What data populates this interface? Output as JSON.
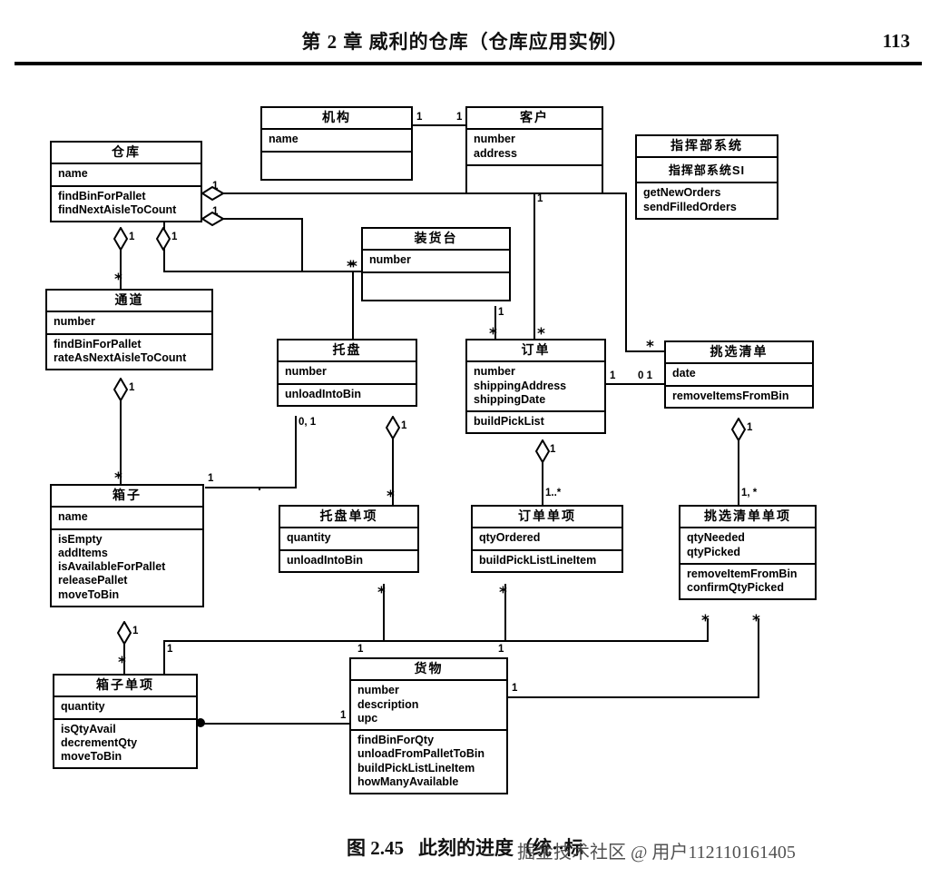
{
  "header": {
    "title": "第 2 章   威利的仓库（仓库应用实例）",
    "page_number": "113"
  },
  "caption": {
    "label": "图 2.45",
    "text": "此刻的进度（统··标",
    "watermark": "掘金技术社区 @ 用户112110161405"
  },
  "diagram": {
    "type": "uml-class-diagram",
    "classes": [
      {
        "id": "warehouse",
        "name": "仓库",
        "attributes": [
          "name"
        ],
        "operations": [
          "findBinForPallet",
          "findNextAisleToCount"
        ]
      },
      {
        "id": "organization",
        "name": "机构",
        "attributes": [
          "name"
        ],
        "operations": []
      },
      {
        "id": "customer",
        "name": "客户",
        "attributes": [
          "number",
          "address"
        ],
        "operations": []
      },
      {
        "id": "command-system",
        "name": "指挥部系统",
        "stereotype": "指挥部系统SI",
        "operations": [
          "getNewOrders",
          "sendFilledOrders"
        ]
      },
      {
        "id": "dock",
        "name": "装货台",
        "attributes": [
          "number"
        ],
        "operations": []
      },
      {
        "id": "aisle",
        "name": "通道",
        "attributes": [
          "number"
        ],
        "operations": [
          "findBinForPallet",
          "rateAsNextAisleToCount"
        ]
      },
      {
        "id": "pallet",
        "name": "托盘",
        "attributes": [
          "number"
        ],
        "operations": [
          "unloadIntoBin"
        ]
      },
      {
        "id": "order",
        "name": "订单",
        "attributes": [
          "number",
          "shippingAddress",
          "shippingDate"
        ],
        "operations": [
          "buildPickList"
        ]
      },
      {
        "id": "picklist",
        "name": "挑选清单",
        "attributes": [
          "date"
        ],
        "operations": [
          "removeItemsFromBin"
        ]
      },
      {
        "id": "bin",
        "name": "箱子",
        "attributes": [
          "name"
        ],
        "operations": [
          "isEmpty",
          "addItems",
          "isAvailableForPallet",
          "releasePallet",
          "moveToBin"
        ]
      },
      {
        "id": "pallet-line-item",
        "name": "托盘单项",
        "attributes": [
          "quantity"
        ],
        "operations": [
          "unloadIntoBin"
        ]
      },
      {
        "id": "order-line-item",
        "name": "订单单项",
        "attributes": [
          "qtyOrdered"
        ],
        "operations": [
          "buildPickListLineItem"
        ]
      },
      {
        "id": "picklist-line-item",
        "name": "挑选清单单项",
        "attributes": [
          "qtyNeeded",
          "qtyPicked"
        ],
        "operations": [
          "removeItemFromBin",
          "confirmQtyPicked"
        ]
      },
      {
        "id": "bin-line-item",
        "name": "箱子单项",
        "attributes": [
          "quantity"
        ],
        "operations": [
          "isQtyAvail",
          "decrementQty",
          "moveToBin"
        ]
      },
      {
        "id": "goods",
        "name": "货物",
        "attributes": [
          "number",
          "description",
          "upc"
        ],
        "operations": [
          "findBinForQty",
          "unloadFromPalletToBin",
          "buildPickListLineItem",
          "howManyAvailable"
        ]
      }
    ],
    "multiplicities": {
      "m1": "1",
      "m2": "1",
      "m3": "1",
      "m4": "1",
      "m5": "1",
      "m6": "1",
      "m7": "1",
      "m8": "1",
      "m9": "1",
      "m10": "1",
      "m11": "1",
      "m12": "1",
      "m13": "1",
      "m14": "1",
      "m15": "1",
      "m16": "1",
      "m17": "1",
      "m18": "1",
      "m19": "1",
      "m20": "1",
      "zero_one_a": "0, 1",
      "zero_one_b": "0  1",
      "one_star_a": "1..*",
      "one_star_b": "1, *",
      "star": "*"
    }
  }
}
